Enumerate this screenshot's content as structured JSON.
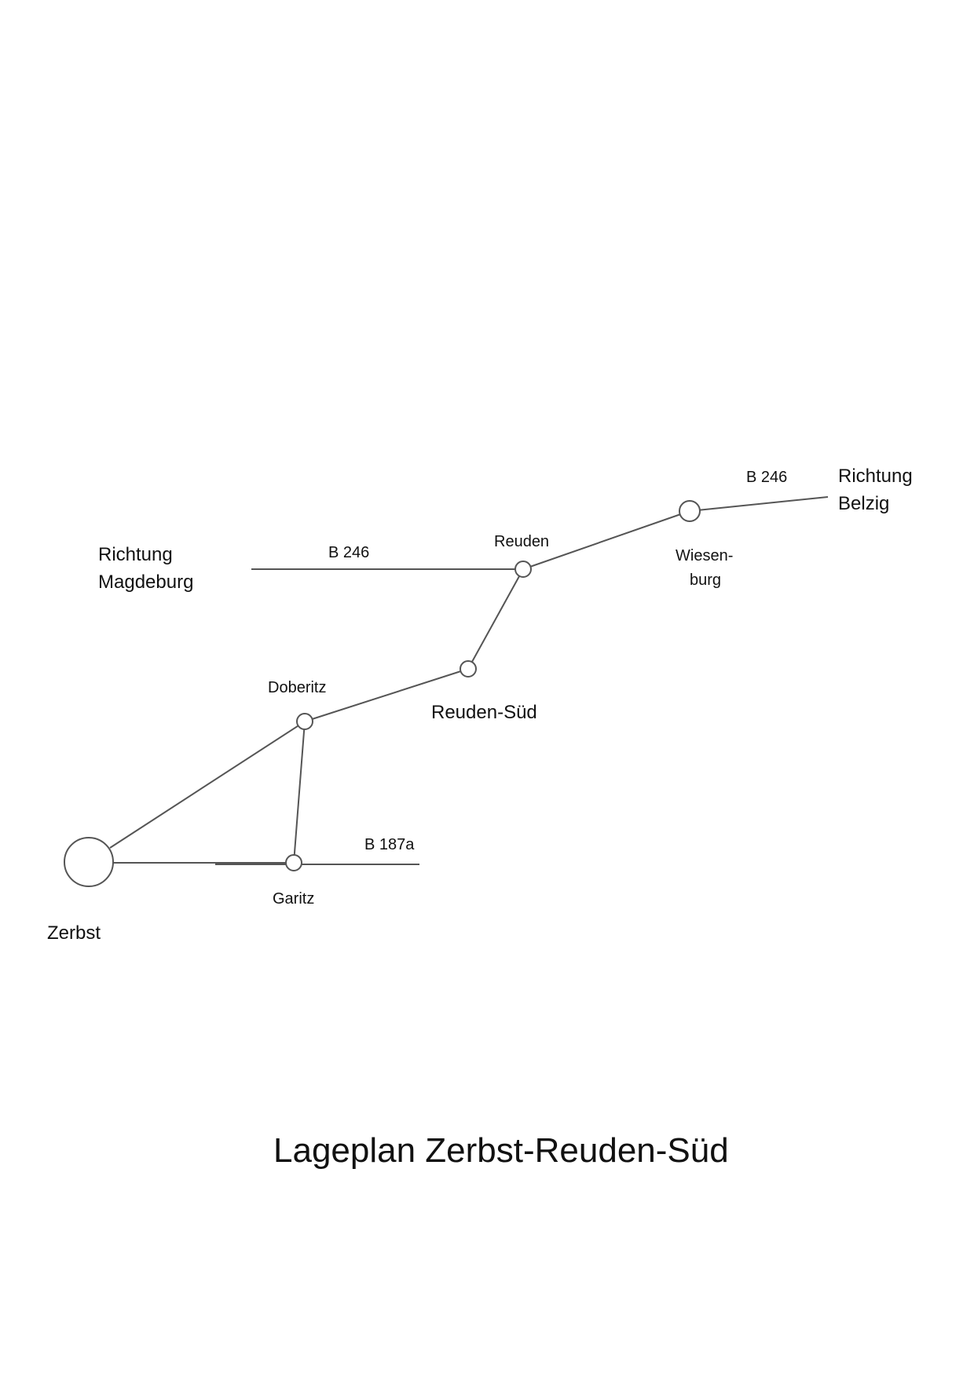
{
  "map": {
    "title": "Lageplan Zerbst-Reuden-Süd",
    "directions": {
      "west_line1": "Richtung",
      "west_line2": "Magdeburg",
      "east_line1": "Richtung",
      "east_line2": "Belzig"
    },
    "roads": {
      "b246_west": "B 246",
      "b246_east": "B 246",
      "b187a": "B 187a"
    },
    "places": {
      "zerbst": "Zerbst",
      "garitz": "Garitz",
      "doberitz": "Doberitz",
      "reuden_sued": "Reuden-Süd",
      "reuden": "Reuden",
      "wiesenburg_line1": "Wiesen-",
      "wiesenburg_line2": "burg"
    },
    "colors": {
      "line": "#555555",
      "text": "#111111",
      "background": "#ffffff"
    }
  }
}
